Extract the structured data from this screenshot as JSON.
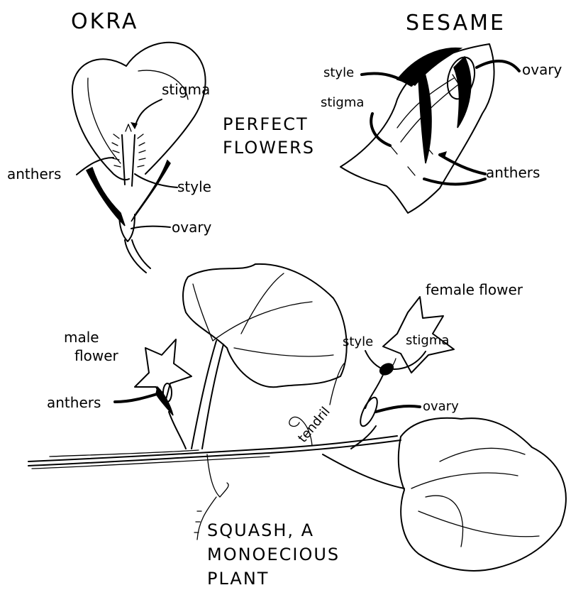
{
  "okra": {
    "title": "OKRA",
    "labels": {
      "stigma": "stigma",
      "anthers": "anthers",
      "style": "style",
      "ovary": "ovary"
    }
  },
  "sesame": {
    "title": "SESAME",
    "labels": {
      "style": "style",
      "stigma": "stigma",
      "ovary": "ovary",
      "anthers": "anthers"
    }
  },
  "perfect_flowers": {
    "line1": "PERFECT",
    "line2": "FLOWERS"
  },
  "squash": {
    "male_flower_line1": "male",
    "male_flower_line2": "flower",
    "male_anthers": "anthers",
    "female_flower": "female flower",
    "female_style": "style",
    "female_stigma": "stigma",
    "female_ovary": "ovary",
    "tendril": "tendril",
    "caption_line1": "SQUASH, A",
    "caption_line2": "MONOECIOUS",
    "caption_line3": "PLANT"
  }
}
